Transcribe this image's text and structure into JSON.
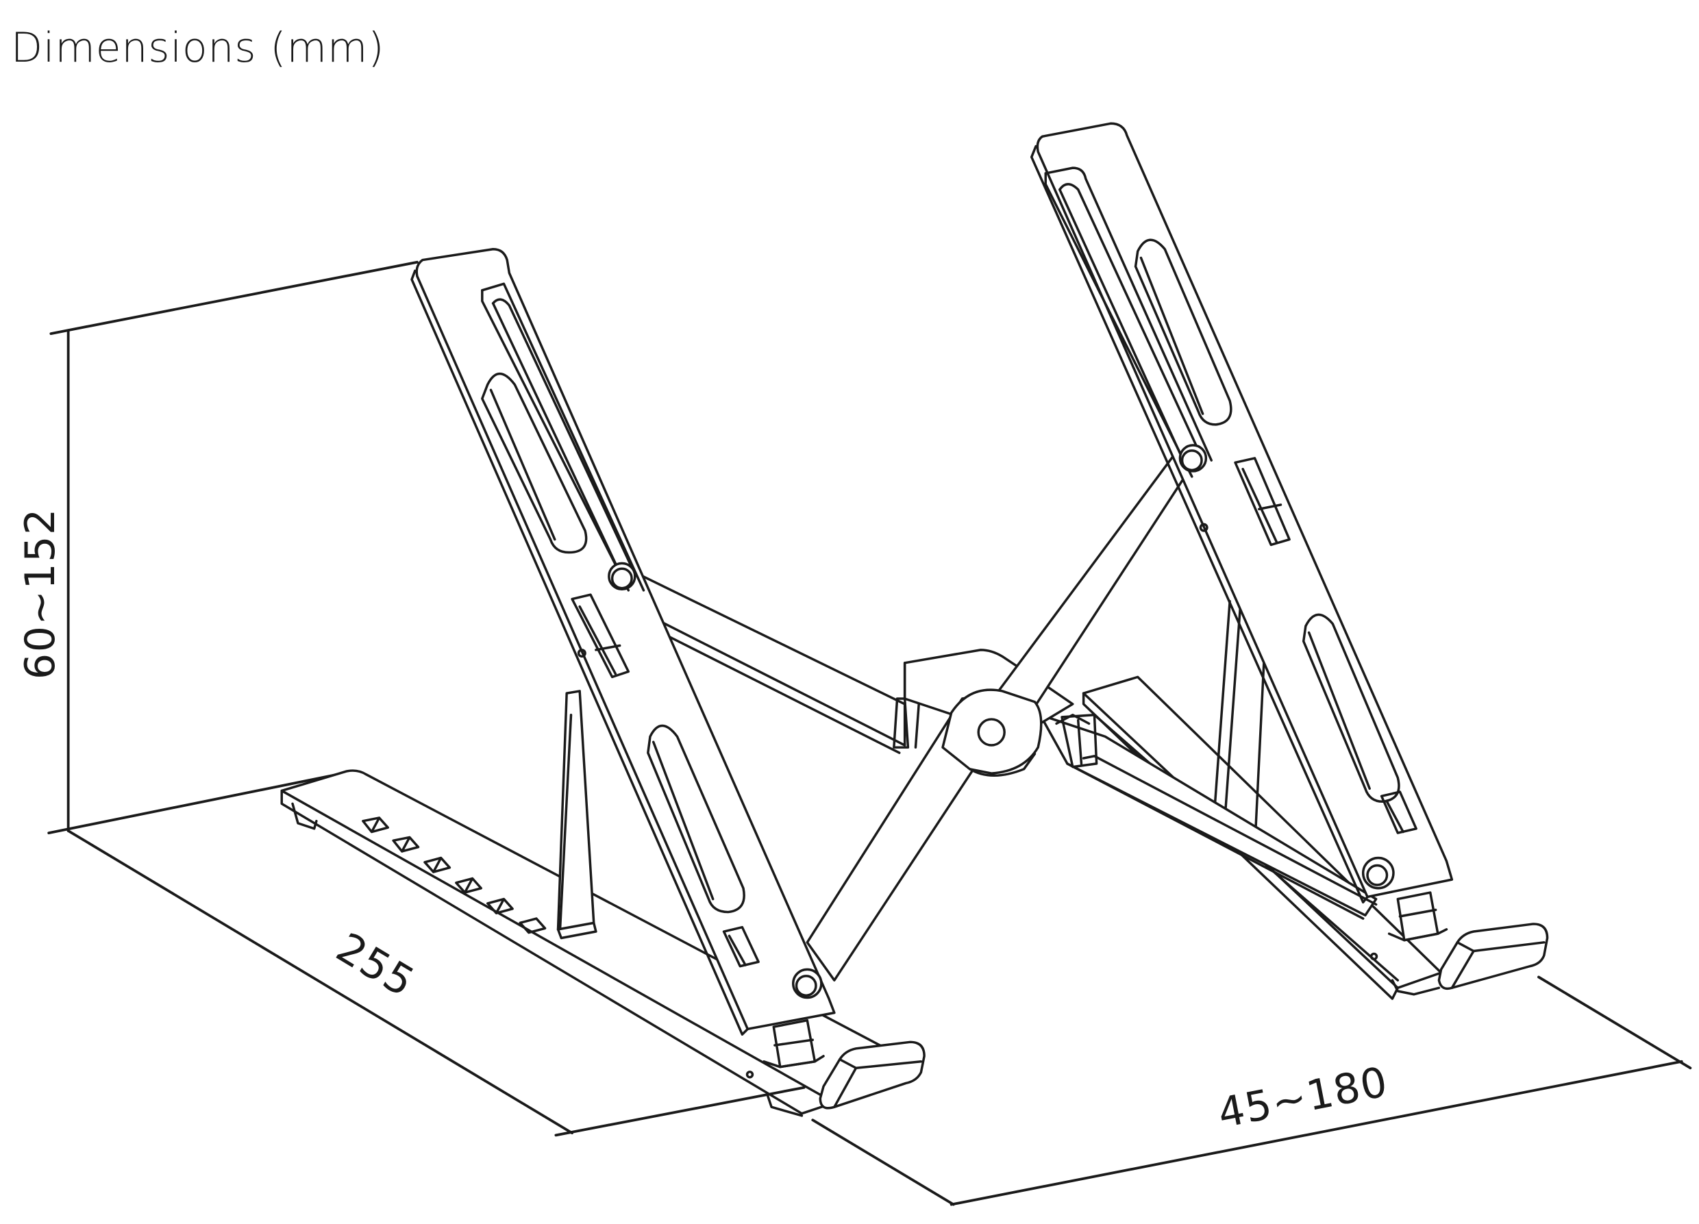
{
  "title": "Dimensions (mm)",
  "dimensions": {
    "height": {
      "label": "60~152",
      "unit": "mm",
      "min": 60,
      "max": 152
    },
    "length": {
      "label": "255",
      "unit": "mm",
      "value": 255
    },
    "width": {
      "label": "45~180",
      "unit": "mm",
      "min": 45,
      "max": 180
    }
  },
  "colors": {
    "line": "#1a1a1a",
    "background": "#ffffff"
  }
}
